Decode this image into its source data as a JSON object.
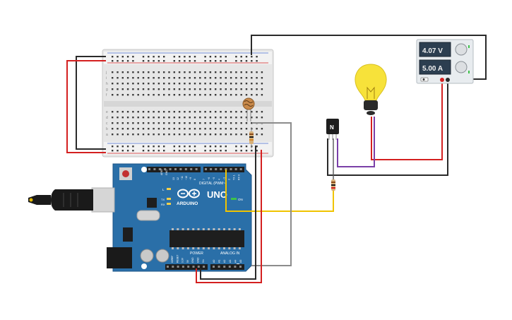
{
  "power_supply": {
    "voltage_display": "4.07 V",
    "current_display": "5.00 A"
  },
  "arduino": {
    "brand_label": "ARDUINO",
    "model_label": "UNO",
    "on_label": "ON",
    "digital_label": "DIGITAL (PWM~)",
    "power_label": "POWER",
    "analog_label": "ANALOG IN",
    "l_label": "L",
    "tx_label": "TX",
    "rx_label": "RX",
    "aref_label": "AREF",
    "gnd_label": "GND",
    "power_pins": [
      "IOREF",
      "RESET",
      "3.3V",
      "5V",
      "GND",
      "GND",
      "Vin"
    ],
    "analog_pins": [
      "A0",
      "A1",
      "A2",
      "A3",
      "A4",
      "A5"
    ],
    "digital_pins": [
      "13",
      "12",
      "~11",
      "~10",
      "~9",
      "8",
      "7",
      "~6",
      "~5",
      "4",
      "~3",
      "2",
      "TX 1",
      "RX 0"
    ]
  },
  "transistor": {
    "label": "N"
  },
  "breadboard": {
    "row_letters_top": [
      "j",
      "i",
      "h",
      "g",
      "f"
    ],
    "row_letters_bottom": [
      "e",
      "d",
      "c",
      "b",
      "a"
    ]
  },
  "colors": {
    "wire_red": "#d42020",
    "wire_black": "#2a2a2a",
    "wire_gray": "#8c8c8c",
    "wire_yellow": "#f0c400",
    "wire_purple": "#7a3fa8",
    "arduino_blue": "#2a6fa8",
    "breadboard": "#e8e8e8",
    "bulb": "#f7e23a"
  },
  "icons": {
    "usb": "usb-cable-icon",
    "bulb": "light-bulb-icon",
    "ldr": "photoresistor-icon",
    "resistor": "resistor-icon"
  }
}
